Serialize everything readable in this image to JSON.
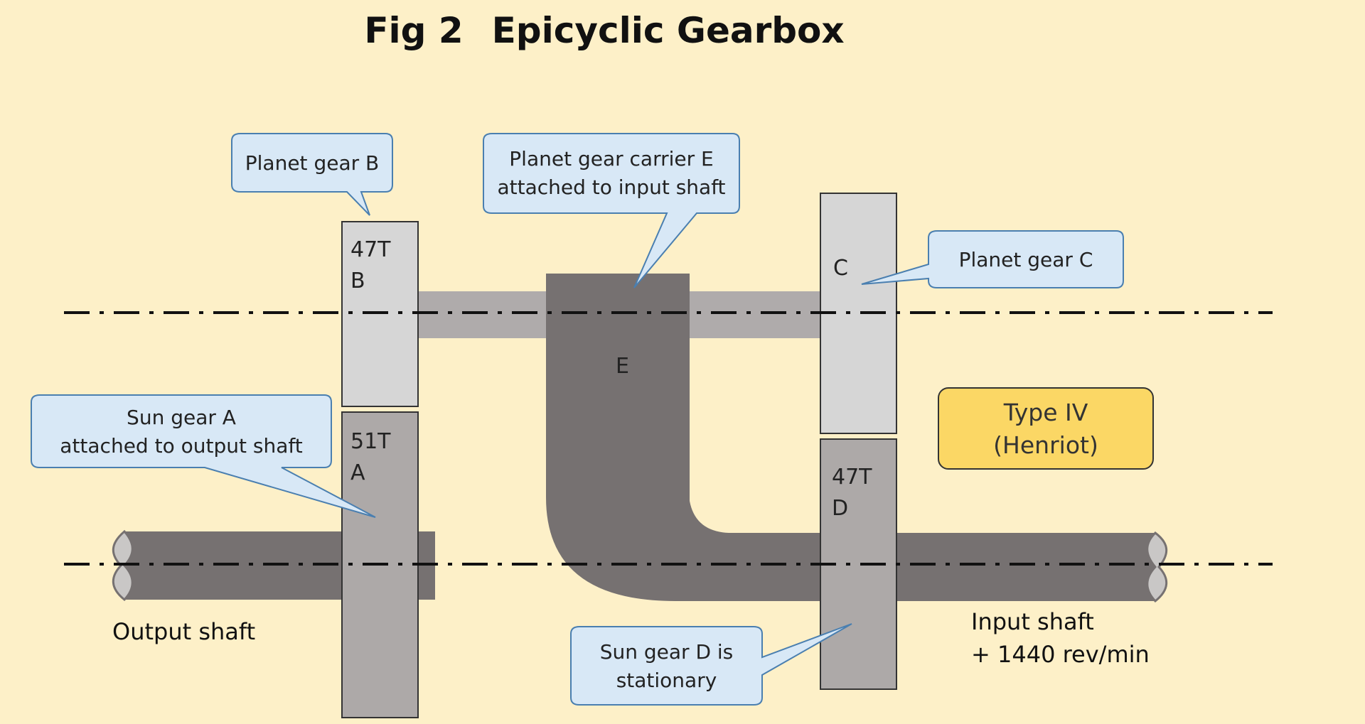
{
  "title": {
    "fig": "Fig 2",
    "name": "Epicyclic Gearbox"
  },
  "gears": {
    "b": {
      "teeth": "47T",
      "letter": "B"
    },
    "a": {
      "teeth": "51T",
      "letter": "A"
    },
    "c": {
      "letter": "C"
    },
    "d": {
      "teeth": "47T",
      "letter": "D"
    },
    "e": {
      "letter": "E"
    }
  },
  "callouts": {
    "planet_b": [
      "Planet gear B"
    ],
    "carrier_e": [
      "Planet gear carrier E",
      "attached to input shaft"
    ],
    "planet_c": [
      "Planet gear C"
    ],
    "sun_a": [
      "Sun gear A",
      "attached to output shaft"
    ],
    "sun_d": [
      "Sun gear D is",
      "stationary"
    ]
  },
  "captions": {
    "output_shaft": "Output shaft",
    "input_shaft": "Input shaft",
    "input_speed": "+ 1440 rev/min"
  },
  "type_box": [
    "Type IV",
    "(Henriot)"
  ],
  "colors": {
    "background": "#fdf0c8",
    "callout_fill": "#d8e8f6",
    "callout_stroke": "#4a7fb0",
    "type_fill": "#fbd765",
    "planet_gear": "#d6d6d6",
    "sun_gear": "#ada9a8",
    "carrier": "#767171",
    "shaft": "#767171",
    "planet_shaft": "#afabab"
  }
}
